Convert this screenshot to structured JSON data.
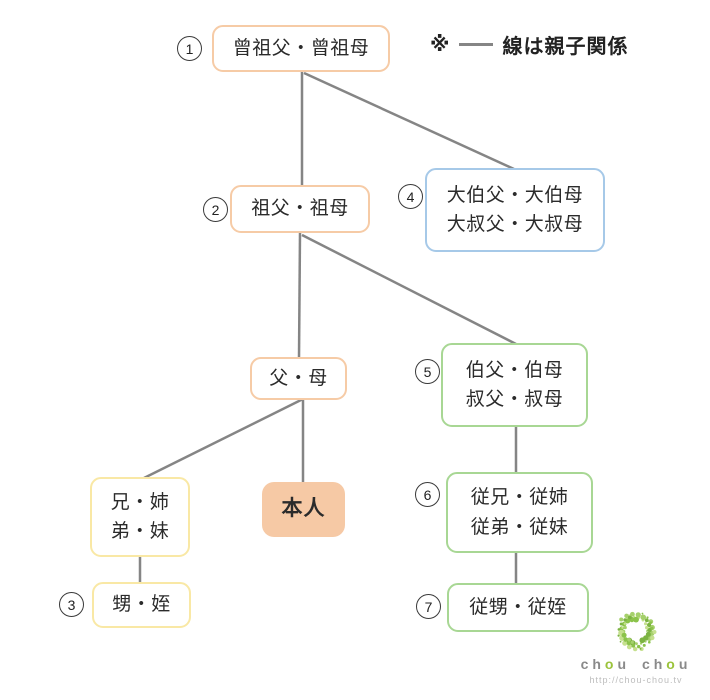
{
  "legend": {
    "marker": "※",
    "label": "線は親子関係"
  },
  "nodes": [
    {
      "key": "great-grandparents",
      "number": "1",
      "lines": [
        "曾祖父・曾祖母"
      ],
      "color": "peach"
    },
    {
      "key": "grandparents",
      "number": "2",
      "lines": [
        "祖父・祖母"
      ],
      "color": "peach"
    },
    {
      "key": "granduncles-grandaunts",
      "number": "4",
      "lines": [
        "大伯父・大伯母",
        "大叔父・大叔母"
      ],
      "color": "blue"
    },
    {
      "key": "parents",
      "number": "",
      "lines": [
        "父・母"
      ],
      "color": "peach"
    },
    {
      "key": "uncles-aunts",
      "number": "5",
      "lines": [
        "伯父・伯母",
        "叔父・叔母"
      ],
      "color": "green"
    },
    {
      "key": "siblings",
      "number": "",
      "lines": [
        "兄・姉",
        "弟・妹"
      ],
      "color": "yellow"
    },
    {
      "key": "self",
      "number": "",
      "lines": [
        "本人"
      ],
      "color": "self"
    },
    {
      "key": "cousins",
      "number": "6",
      "lines": [
        "従兄・従姉",
        "従弟・従妹"
      ],
      "color": "green"
    },
    {
      "key": "nephews-nieces",
      "number": "3",
      "lines": [
        "甥・姪"
      ],
      "color": "yellow"
    },
    {
      "key": "cousins-children",
      "number": "7",
      "lines": [
        "従甥・従姪"
      ],
      "color": "green"
    }
  ],
  "edges": [
    {
      "from": "great-grandparents",
      "to": "grandparents"
    },
    {
      "from": "great-grandparents",
      "to": "granduncles-grandaunts"
    },
    {
      "from": "grandparents",
      "to": "parents"
    },
    {
      "from": "grandparents",
      "to": "uncles-aunts"
    },
    {
      "from": "parents",
      "to": "siblings"
    },
    {
      "from": "parents",
      "to": "self"
    },
    {
      "from": "siblings",
      "to": "nephews-nieces"
    },
    {
      "from": "uncles-aunts",
      "to": "cousins"
    },
    {
      "from": "cousins",
      "to": "cousins-children"
    }
  ],
  "colors": {
    "peach": "#f6cba6",
    "blue": "#a6c9e8",
    "green": "#a8d794",
    "yellow": "#f9e8a5",
    "self_fill": "#f6c9a5",
    "line": "#858585",
    "text": "#2b2b2b",
    "logo_text": "#8a8a8a",
    "logo_url": "#bdbdbd",
    "logo_accent": "#9bc33b",
    "wreath_greens": [
      "#8bc34a",
      "#a5d06b",
      "#7cb342",
      "#c5e08e"
    ]
  },
  "logo": {
    "text": "chou chou",
    "text_parts": [
      {
        "t": "ch"
      },
      {
        "t": "o",
        "accent": true
      },
      {
        "t": "u "
      },
      {
        "t": "ch"
      },
      {
        "t": "o",
        "accent": true
      },
      {
        "t": "u"
      }
    ],
    "url": "http://chou-chou.tv"
  }
}
